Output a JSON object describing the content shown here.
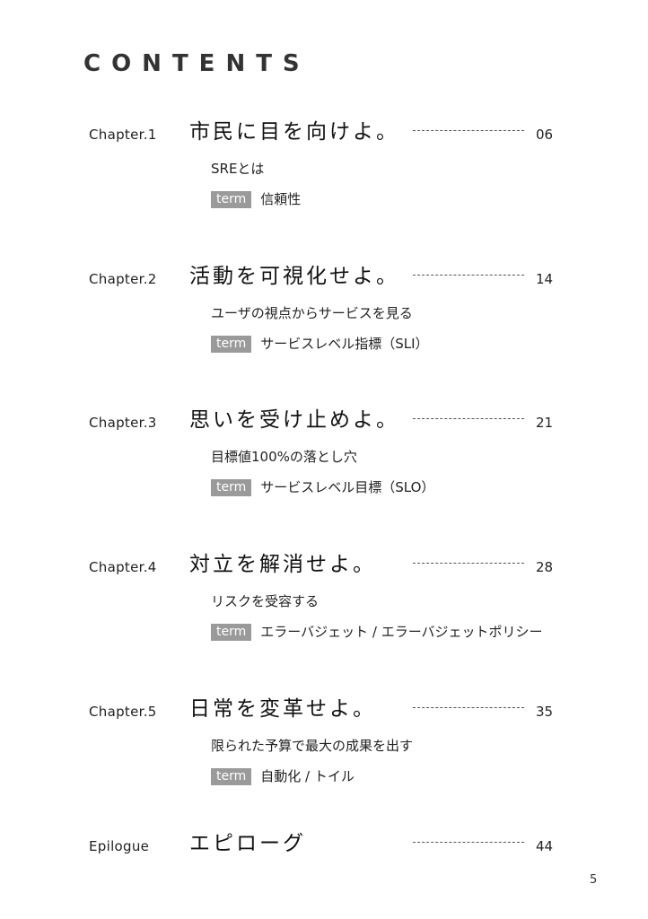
{
  "page": {
    "title": "CONTENTS",
    "page_number": "5"
  },
  "chapters": [
    {
      "label": "Chapter.1",
      "title": "市民に目を向けよ。",
      "page": "06",
      "subtitle": "SREとは",
      "term_badge": "term",
      "term": "信頼性"
    },
    {
      "label": "Chapter.2",
      "title": "活動を可視化せよ。",
      "page": "14",
      "subtitle": "ユーザの視点からサービスを見る",
      "term_badge": "term",
      "term": "サービスレベル指標（SLI）"
    },
    {
      "label": "Chapter.3",
      "title": "思いを受け止めよ。",
      "page": "21",
      "subtitle": "目標値100%の落とし穴",
      "term_badge": "term",
      "term": "サービスレベル目標（SLO）"
    },
    {
      "label": "Chapter.4",
      "title": "対立を解消せよ。",
      "page": "28",
      "subtitle": "リスクを受容する",
      "term_badge": "term",
      "term": "エラーバジェット / エラーバジェットポリシー"
    },
    {
      "label": "Chapter.5",
      "title": "日常を変革せよ。",
      "page": "35",
      "subtitle": "限られた予算で最大の成果を出す",
      "term_badge": "term",
      "term": "自動化 / トイル"
    }
  ],
  "epilogue": {
    "label": "Epilogue",
    "title": "エピローグ",
    "page": "44"
  },
  "colors": {
    "term_badge_bg": "#9a9a9a",
    "text": "#222222",
    "title": "#333333"
  }
}
